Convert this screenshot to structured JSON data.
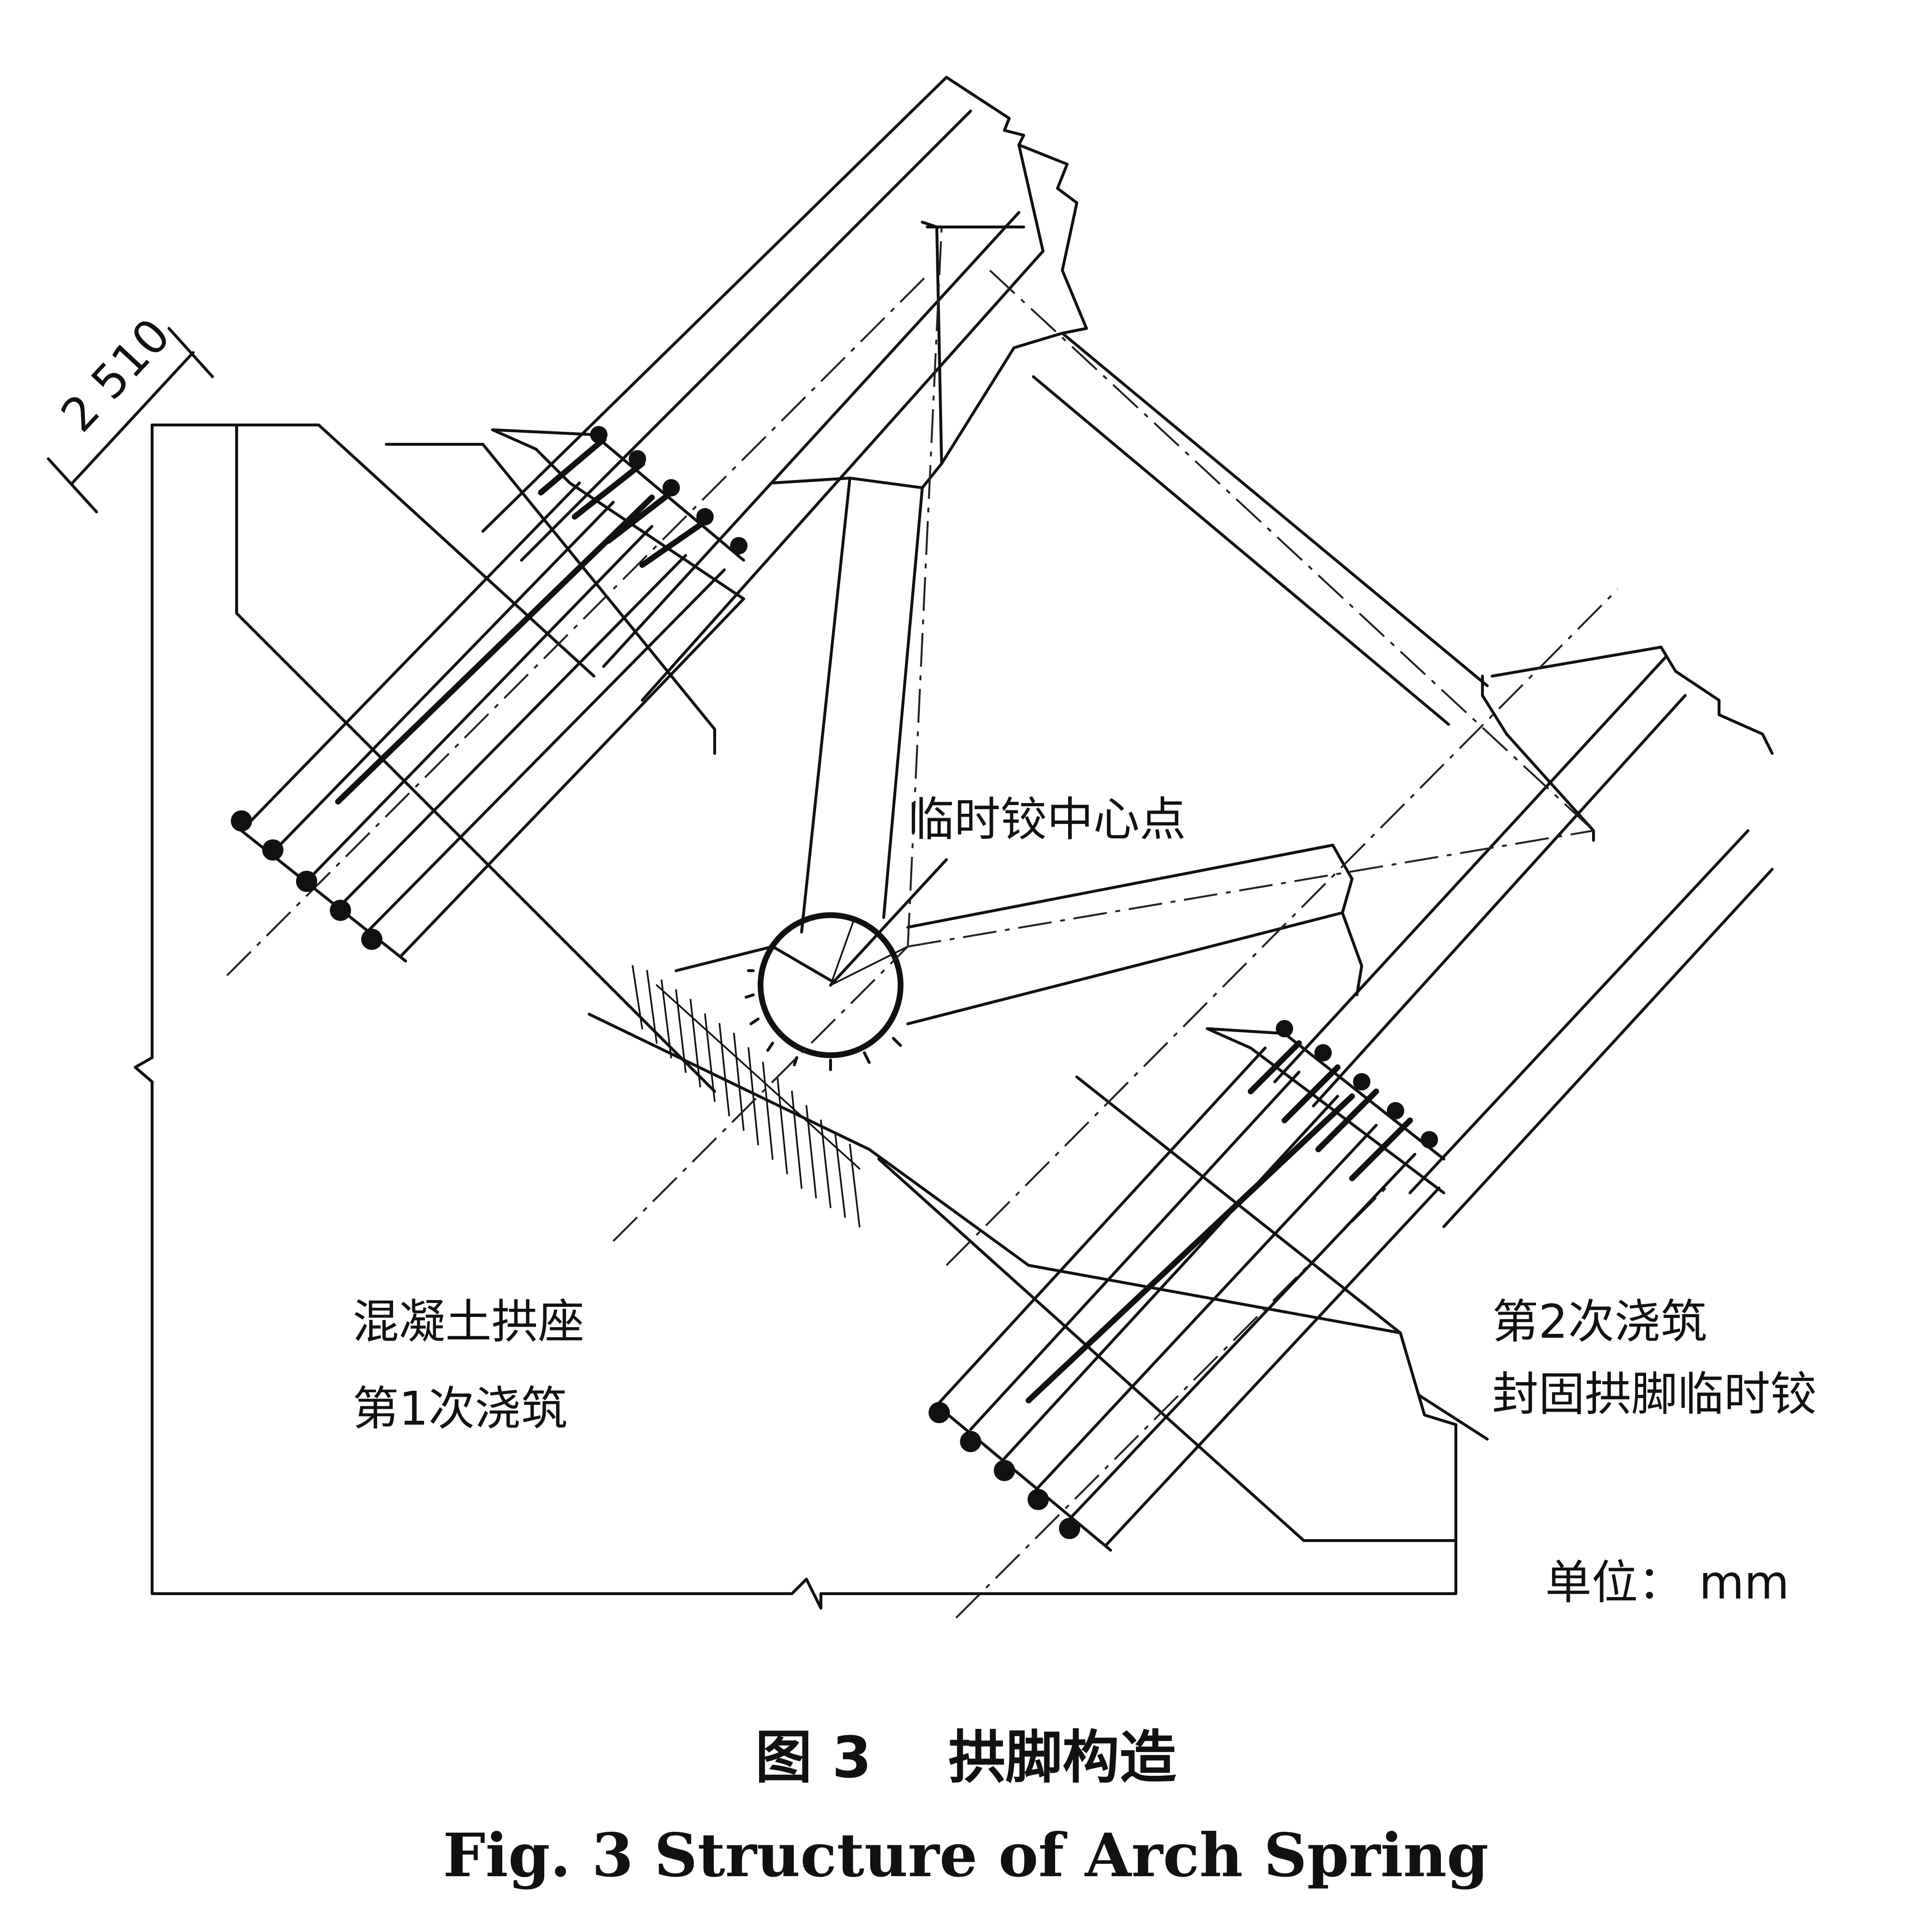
{
  "dimension": {
    "value": "2 510"
  },
  "labels": {
    "hinge_center": "临时铰中心点",
    "abutment_line1": "混凝土拱座",
    "abutment_line2": "第1次浇筑",
    "second_pour_line1": "第2次浇筑",
    "second_pour_line2": "封固拱脚临时铰",
    "unit": "单位： mm"
  },
  "caption": {
    "cn": "图 3　 拱脚构造",
    "en": "Fig. 3   Structure of Arch Spring"
  }
}
